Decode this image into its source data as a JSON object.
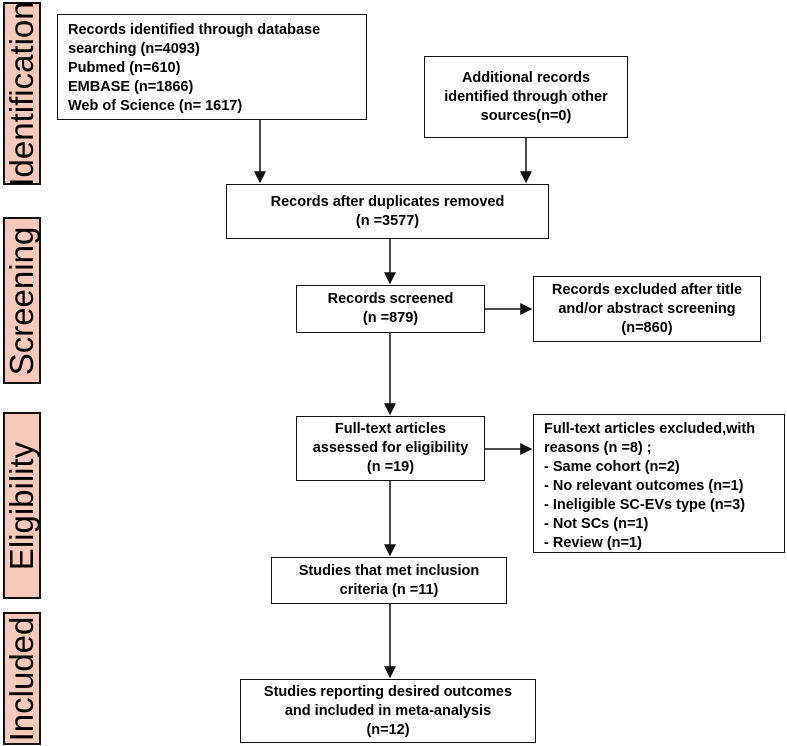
{
  "phases": {
    "identification": "Identification",
    "screening": "Screening",
    "eligibility": "Eligibility",
    "included": "Included"
  },
  "boxes": {
    "database_search": [
      "Records identified through database",
      "searching (n=4093)",
      "Pubmed (n=610)",
      "EMBASE (n=1866)",
      "Web of Science (n= 1617)"
    ],
    "additional_records": [
      "Additional records",
      "identified through other",
      "sources(n=0)"
    ],
    "duplicates_removed": [
      "Records after duplicates removed",
      "(n =3577)"
    ],
    "records_screened": [
      "Records screened",
      "(n =879)"
    ],
    "records_excluded": [
      "Records excluded after title",
      "and/or abstract screening",
      "(n=860)"
    ],
    "fulltext_assessed": [
      "Full-text articles",
      "assessed for eligibility",
      "(n =19)"
    ],
    "fulltext_excluded": [
      "Full-text articles excluded,with",
      "reasons  (n =8) ;",
      "- Same cohort  (n=2)",
      "- No relevant outcomes (n=1)",
      "- Ineligible SC-EVs type (n=3)",
      "- Not SCs (n=1)",
      "- Review (n=1)"
    ],
    "met_criteria": [
      "Studies that met inclusion",
      "criteria (n =11)"
    ],
    "meta_analysis": [
      "Studies reporting desired outcomes",
      "and included in meta-analysis",
      "(n=12)"
    ]
  },
  "colors": {
    "phase_fill": "#f7c9bd",
    "line": "#111111"
  }
}
